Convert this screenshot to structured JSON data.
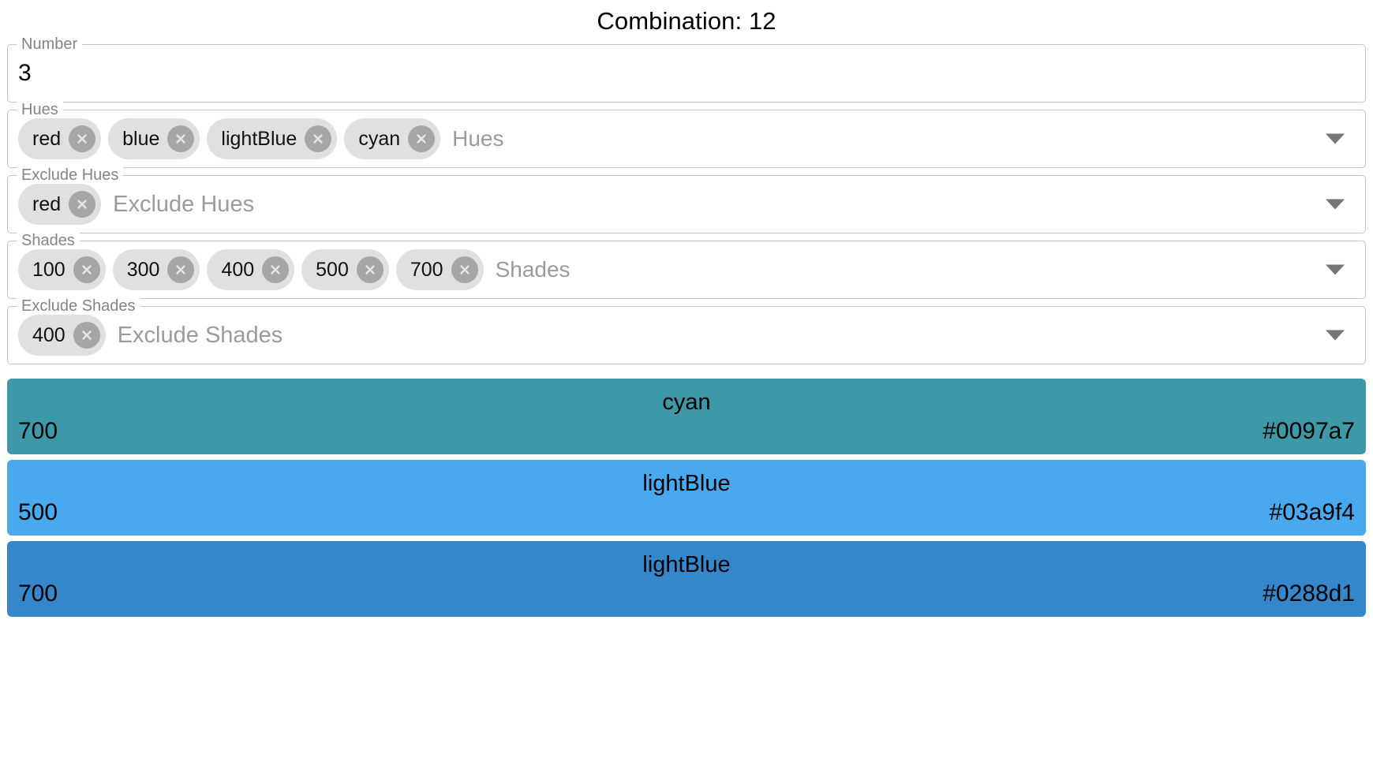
{
  "header": {
    "title": "Combination: 12"
  },
  "form": {
    "number": {
      "legend": "Number",
      "value": "3"
    },
    "hues": {
      "legend": "Hues",
      "placeholder": "Hues",
      "chips": [
        "red",
        "blue",
        "lightBlue",
        "cyan"
      ],
      "delete_icon": "close-circle-icon",
      "dropdown_icon": "chevron-down-icon"
    },
    "exclude_hues": {
      "legend": "Exclude Hues",
      "placeholder": "Exclude Hues",
      "chips": [
        "red"
      ],
      "delete_icon": "close-circle-icon",
      "dropdown_icon": "chevron-down-icon"
    },
    "shades": {
      "legend": "Shades",
      "placeholder": "Shades",
      "chips": [
        "100",
        "300",
        "400",
        "500",
        "700"
      ],
      "delete_icon": "close-circle-icon",
      "dropdown_icon": "chevron-down-icon"
    },
    "exclude_shades": {
      "legend": "Exclude Shades",
      "placeholder": "Exclude Shades",
      "chips": [
        "400"
      ],
      "delete_icon": "close-circle-icon",
      "dropdown_icon": "chevron-down-icon"
    }
  },
  "results": [
    {
      "hue": "cyan",
      "shade": "700",
      "hex": "#0097a7",
      "swatch": "#3d99a8"
    },
    {
      "hue": "lightBlue",
      "shade": "500",
      "hex": "#03a9f4",
      "swatch": "#48a9ef"
    },
    {
      "hue": "lightBlue",
      "shade": "700",
      "hex": "#0288d1",
      "swatch": "#3687ca"
    }
  ],
  "palette": {
    "chip_bg": "#e0e0e0",
    "chip_delete": "#a6a6a6",
    "field_border": "#c4c4c4",
    "legend_text": "#848484",
    "placeholder_text": "#9b9b9b"
  }
}
